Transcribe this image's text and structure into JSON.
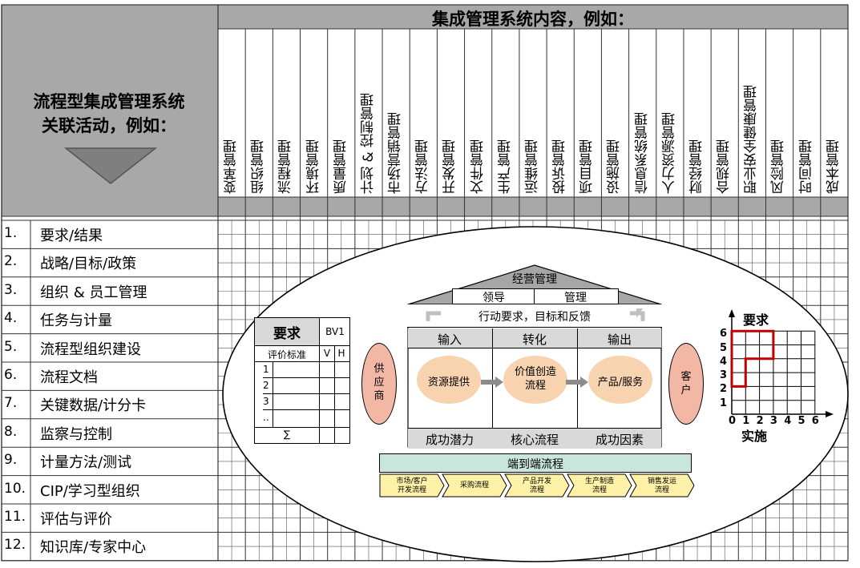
{
  "header": {
    "right_title": "集成管理系统内容，例如：",
    "left_title_line1": "流程型集成管理系统",
    "left_title_line2": "关联活动，例如："
  },
  "columns": [
    "变革管理",
    "组织管理",
    "流程管理",
    "环境管理",
    "质量管理",
    "计划 & 控制管理",
    "市场营销管理",
    "方法管理",
    "开发管理",
    "文件管理",
    "生产管理",
    "运维管理",
    "投诉管理",
    "项目管理",
    "设施管理",
    "信息系统管理",
    "人力资源管理",
    "财经管理",
    "合规管理",
    "职业安全健康管理",
    "风险管理",
    "时间管理",
    "成本管理"
  ],
  "rows": [
    {
      "num": "1.",
      "label": "要求/结果"
    },
    {
      "num": "2.",
      "label": "战略/目标/政策"
    },
    {
      "num": "3.",
      "label": "组织 & 员工管理"
    },
    {
      "num": "4.",
      "label": "任务与计量"
    },
    {
      "num": "5.",
      "label": "流程型组织建设"
    },
    {
      "num": "6.",
      "label": "流程文档"
    },
    {
      "num": "7.",
      "label": "关键数据/计分卡"
    },
    {
      "num": "8.",
      "label": "监察与控制"
    },
    {
      "num": "9.",
      "label": "计量方法/测试"
    },
    {
      "num": "10.",
      "label": "CIP/学习型组织"
    },
    {
      "num": "11.",
      "label": "评估与评价"
    },
    {
      "num": "12.",
      "label": "知识库/专家中心"
    }
  ],
  "requirements_card": {
    "title": "要求",
    "badge": "BV1",
    "criteria": "评价标准",
    "v": "V",
    "h": "H",
    "items": [
      "1",
      "2",
      "3",
      ".."
    ],
    "sum": "∑"
  },
  "house": {
    "roof": "经营管理",
    "leadership": "领导",
    "management": "管理",
    "feedback": "行动要求，目标和反馈",
    "input": "输入",
    "transform": "转化",
    "output": "输出",
    "resource": "资源提供",
    "value_line1": "价值创造",
    "value_line2": "流程",
    "product": "产品/服务",
    "success_potential": "成功潜力",
    "core_process": "核心流程",
    "success_factor": "成功因素"
  },
  "supplier": [
    "供",
    "应",
    "商"
  ],
  "customer": [
    "客",
    "户"
  ],
  "e2e": {
    "title": "端到端流程",
    "steps": [
      {
        "l1": "市场/客户",
        "l2": "开发流程"
      },
      {
        "l1": "采购流程",
        "l2": ""
      },
      {
        "l1": "产品开发",
        "l2": "流程"
      },
      {
        "l1": "生产制造",
        "l2": "流程"
      },
      {
        "l1": "销售发运",
        "l2": "流程"
      }
    ]
  },
  "grid_chart": {
    "y_title": "要求",
    "x_title": "实施",
    "y_ticks": [
      "6",
      "5",
      "4",
      "3",
      "2",
      "1"
    ],
    "x_ticks": [
      "0",
      "1",
      "2",
      "3",
      "4",
      "5",
      "6"
    ]
  },
  "colors": {
    "header_gray": "#a8a8a8",
    "line": "#333333",
    "oval_fill": "#ffffff",
    "peach": "#f7d3b0",
    "salmon": "#f2b7a5",
    "teal": "#c8e6dc",
    "yellow": "#fff2a8",
    "red": "#c00000"
  }
}
